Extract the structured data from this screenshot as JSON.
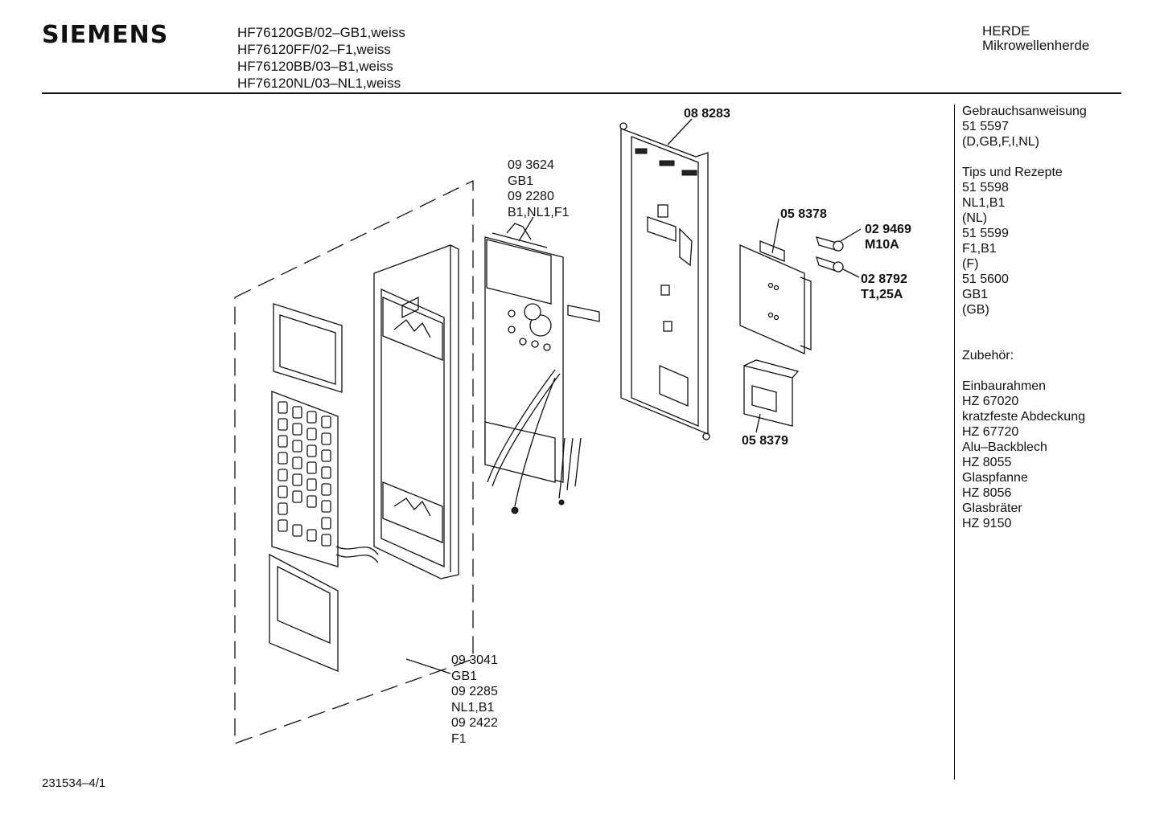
{
  "header": {
    "brand": "SIEMENS",
    "models": [
      "HF76120GB/02–GB1,weiss",
      "HF76120FF/02–F1,weiss",
      "HF76120BB/03–B1,weiss",
      "HF76120NL/03–NL1,weiss"
    ],
    "category": "HERDE",
    "subcategory": "Mikrowellenherde"
  },
  "sidebar": {
    "lines": [
      "Gebrauchsanweisung",
      "51 5597",
      "(D,GB,F,I,NL)",
      "",
      "Tips und Rezepte",
      "51 5598",
      "NL1,B1",
      "(NL)",
      "51 5599",
      "F1,B1",
      "(F)",
      "51 5600",
      "GB1",
      "(GB)",
      "",
      "",
      "Zubehör:",
      "",
      "Einbaurahmen",
      "HZ 67020",
      "kratzfeste Abdeckung",
      "HZ 67720",
      "Alu–Backblech",
      "HZ 8055",
      "Glaspfanne",
      "HZ 8056",
      "Glasbräter",
      "HZ 9150"
    ]
  },
  "parts": {
    "frame": "08 8283",
    "board_a": [
      "09 3624",
      "GB1",
      "09 2280",
      "B1,NL1,F1"
    ],
    "module": "05 8378",
    "fuse1_code": "02 9469",
    "fuse1_rating": "M10A",
    "fuse2_code": "02 8792",
    "fuse2_rating": "T1,25A",
    "transformer": "05 8379",
    "panel": [
      "09 3041",
      "GB1",
      "09 2285",
      "NL1,B1",
      "09 2422",
      "F1"
    ]
  },
  "footer": {
    "drawing_no": "231534–4/1"
  }
}
